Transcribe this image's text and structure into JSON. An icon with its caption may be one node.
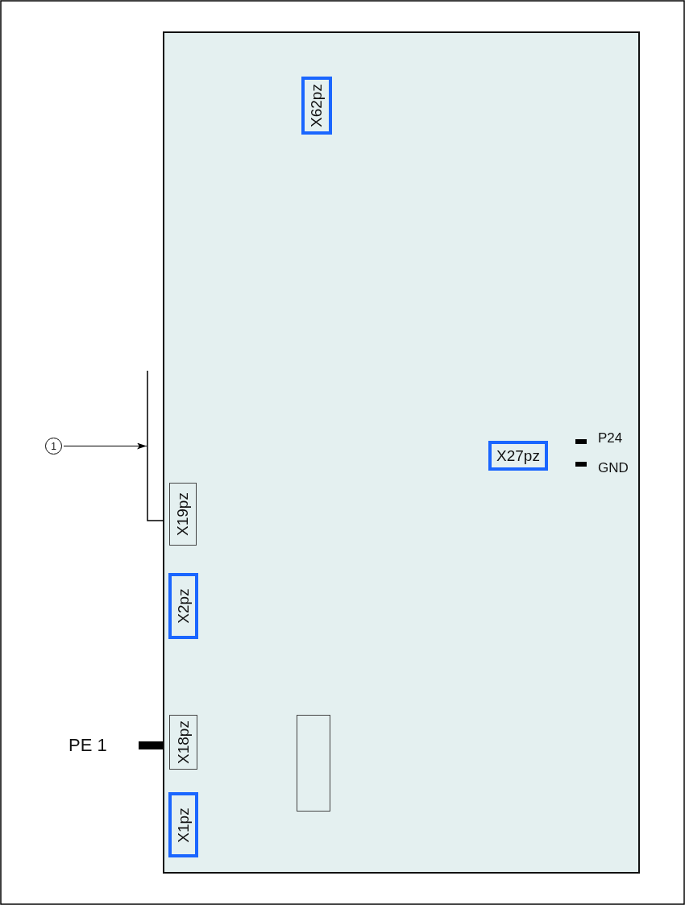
{
  "diagram": {
    "nodes": [
      {
        "text": [],
        "shape": "box"
      },
      {
        "text": [
          "X62pz"
        ],
        "in": 0
      },
      {
        "text": [
          "X27pz"
        ],
        "in": 0
      },
      {
        "text": [
          "X19pz"
        ],
        "in": 0
      },
      {
        "text": [
          "X2pz"
        ],
        "in": 0
      },
      {
        "text": [
          "X18pz"
        ],
        "in": 0
      },
      {
        "text": [
          "X1pz"
        ],
        "in": 0
      },
      {
        "text": [],
        "shape": "box",
        "in": 0
      },
      {
        "text": [
          "1"
        ]
      },
      {
        "text": [],
        "shape": "bracket"
      }
    ],
    "edges": [
      {
        "from": 8,
        "to": 9,
        "arrow": "to"
      }
    ],
    "labels": [
      "P24",
      "GND",
      "PE 1"
    ]
  }
}
